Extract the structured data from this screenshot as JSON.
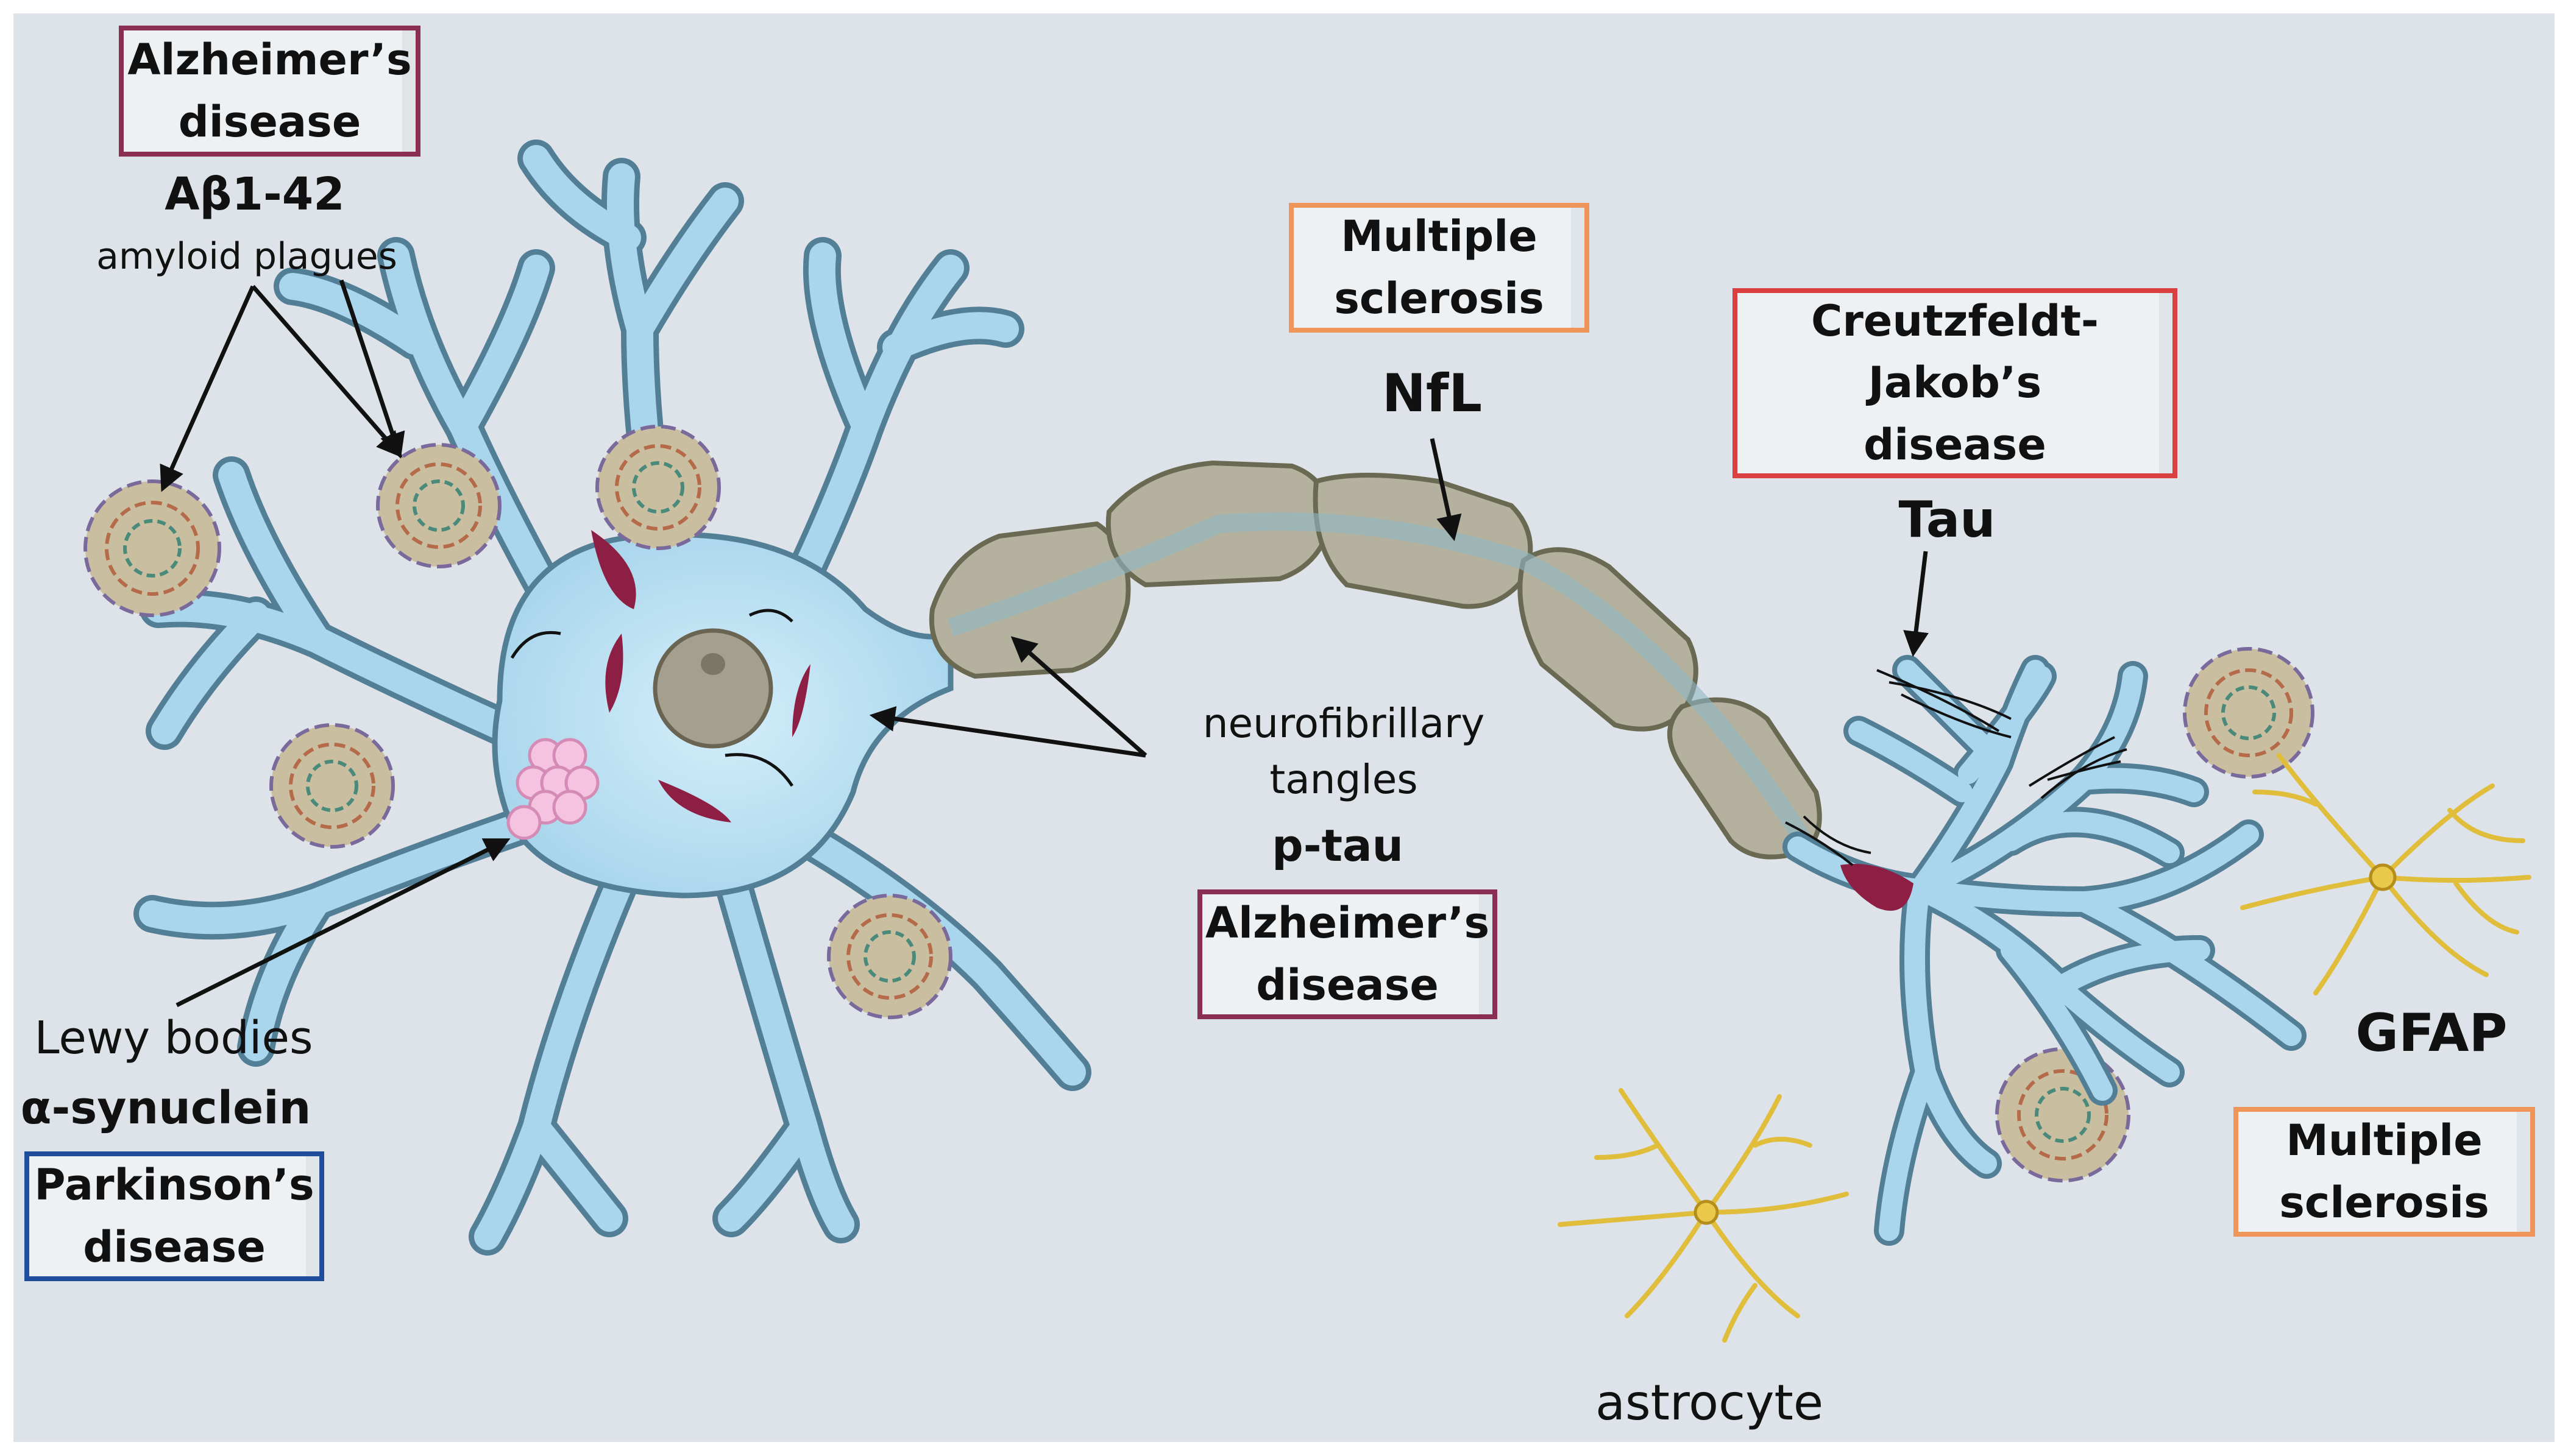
{
  "colors": {
    "background": "#dde3e8",
    "neuron_fill": "#a9d6ec",
    "neuron_stroke": "#527e96",
    "axon_fill": "#b5b19f",
    "axon_stroke": "#6a6a52",
    "tangle": "#8e1f44",
    "lewy": "#f5c3e0",
    "astrocyte": "#e9c84a",
    "border_alzheimer": "#8b2f52",
    "border_ms": "#f0955a",
    "border_cjd": "#d9403f",
    "border_parkinson": "#1f4f9c"
  },
  "boxes": {
    "alz_top": {
      "line1": "Alzheimer’s",
      "line2": "disease"
    },
    "ms_top": {
      "line1": "Multiple",
      "line2": "sclerosis"
    },
    "cjd": {
      "line1": "Creutzfeldt-",
      "line2": "Jakob’s",
      "line3": "disease"
    },
    "alz_mid": {
      "line1": "Alzheimer’s",
      "line2": "disease"
    },
    "parkinson": {
      "line1": "Parkinson’s",
      "line2": "disease"
    },
    "ms_right": {
      "line1": "Multiple",
      "line2": "sclerosis"
    }
  },
  "labels": {
    "abeta": "Aβ1-42",
    "amyloid": "amyloid plagues",
    "nfl": "NfL",
    "tau": "Tau",
    "neuro1": "neurofibrillary",
    "neuro2": "tangles",
    "ptau": "p-tau",
    "lewy": "Lewy bodies",
    "asyn": "α-synuclein",
    "gfap": "GFAP",
    "astrocyte": "astrocyte"
  }
}
